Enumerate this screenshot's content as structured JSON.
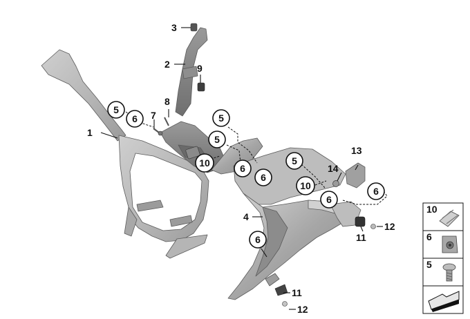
{
  "diagram": {
    "callouts": {
      "p1": "1",
      "p2": "2",
      "p3": "3",
      "p4": "4",
      "p7": "7",
      "p8": "8",
      "p9": "9",
      "p11a": "11",
      "p11b": "11",
      "p12a": "12",
      "p12b": "12",
      "p13": "13",
      "p14": "14"
    },
    "circled": {
      "c5a": "5",
      "c5b": "5",
      "c5c": "5",
      "c5d": "5",
      "c6a": "6",
      "c6b": "6",
      "c6c": "6",
      "c6d": "6",
      "c6e": "6",
      "c6f": "6",
      "c10a": "10",
      "c10b": "10"
    }
  },
  "legend": {
    "items": [
      {
        "number": "10",
        "icon": "spring-nut-icon"
      },
      {
        "number": "6",
        "icon": "clip-nut-icon"
      },
      {
        "number": "5",
        "icon": "screw-icon"
      },
      {
        "number": "",
        "icon": "arrow-icon"
      }
    ]
  },
  "colors": {
    "part_light": "#c8c8c8",
    "part_mid": "#a9a9a9",
    "part_dark": "#7d7d7d",
    "ink": "#111111"
  }
}
